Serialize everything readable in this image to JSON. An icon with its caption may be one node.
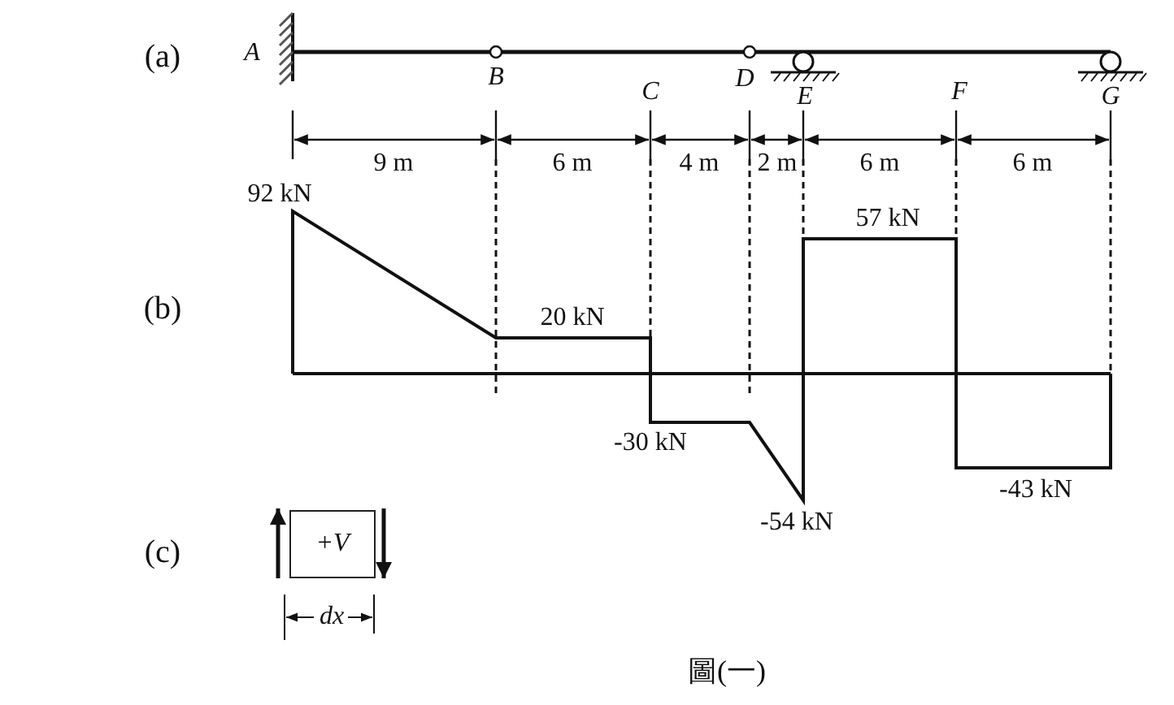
{
  "diagram": {
    "caption": "圖(一)",
    "nodes": [
      {
        "text": [
          "+V"
        ]
      }
    ],
    "labels": [
      "(a)",
      "A",
      "B",
      "C",
      "D",
      "E",
      "F",
      "G",
      "9 m",
      "6 m",
      "4 m",
      "2 m",
      "6 m",
      "6 m",
      "92 kN",
      "(b)",
      "57 kN",
      "20 kN",
      "-30 kN",
      "-54 kN",
      "-43 kN",
      "(c)",
      "dx"
    ]
  }
}
